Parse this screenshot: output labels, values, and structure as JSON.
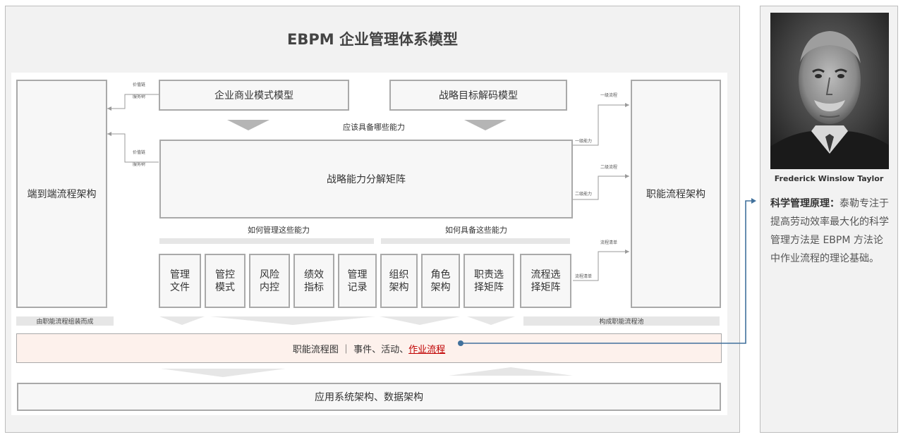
{
  "diagram": {
    "title": "EBPM 企业管理体系模型",
    "left_box": "端到端流程架构",
    "right_box": "职能流程架构",
    "business_model": "企业商业模式模型",
    "strategy_decode": "战略目标解码模型",
    "capability_question": "应该具备哪些能力",
    "matrix": "战略能力分解矩阵",
    "how_manage": "如何管理这些能力",
    "how_have": "如何具备这些能力",
    "tags": {
      "value_chain_1": "价值链",
      "service_tree_1": "服务树",
      "value_chain_2": "价值链",
      "service_tree_2": "服务树",
      "level1_process": "一级流程",
      "level1_capability": "一级能力",
      "level2_process": "二级流程",
      "level2_capability": "二级能力",
      "process_list_1": "流程清单",
      "process_list_2": "流程清单"
    },
    "small_boxes": [
      {
        "line1": "管理",
        "line2": "文件"
      },
      {
        "line1": "管控",
        "line2": "模式"
      },
      {
        "line1": "风险",
        "line2": "内控"
      },
      {
        "line1": "绩效",
        "line2": "指标"
      },
      {
        "line1": "管理",
        "line2": "记录"
      },
      {
        "line1": "组织",
        "line2": "架构"
      },
      {
        "line1": "角色",
        "line2": "架构"
      },
      {
        "line1": "职责选",
        "line2": "择矩阵"
      },
      {
        "line1": "流程选",
        "line2": "择矩阵"
      }
    ],
    "assembled_from": "由职能流程组装而成",
    "forms_pool": "构成职能流程池",
    "functional_flow_prefix": "职能流程图 ｜ 事件、活动、",
    "functional_flow_link": "作业流程",
    "bottom": "应用系统架构、数据架构"
  },
  "sidebar": {
    "portrait_label": "Frederick Winslow Taylor",
    "desc_bold": "科学管理原理：",
    "desc_text": "泰勒专注于提高劳动效率最大化的科学管理方法是 EBPM 方法论中作业流程的理论基础。"
  },
  "colors": {
    "connector": "#41719c",
    "link": "#c00000",
    "highlight_bg": "#fdf1ec",
    "box_border": "#a9a9a9"
  }
}
